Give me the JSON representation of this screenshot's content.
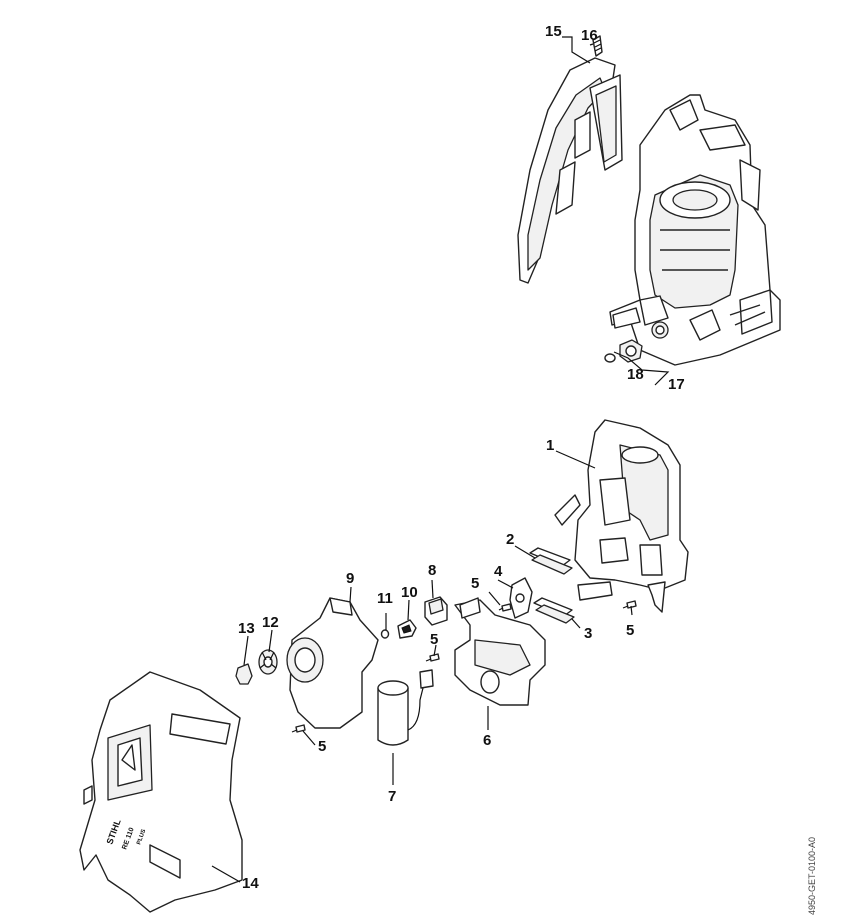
{
  "callouts": [
    {
      "id": "15",
      "label": "15"
    },
    {
      "id": "16",
      "label": "16"
    },
    {
      "id": "18",
      "label": "18"
    },
    {
      "id": "17",
      "label": "17"
    },
    {
      "id": "1",
      "label": "1"
    },
    {
      "id": "2",
      "label": "2"
    },
    {
      "id": "8",
      "label": "8"
    },
    {
      "id": "9",
      "label": "9"
    },
    {
      "id": "10",
      "label": "10"
    },
    {
      "id": "11",
      "label": "11"
    },
    {
      "id": "4",
      "label": "4"
    },
    {
      "id": "5a",
      "label": "5"
    },
    {
      "id": "5b",
      "label": "5"
    },
    {
      "id": "5c",
      "label": "5"
    },
    {
      "id": "5d",
      "label": "5"
    },
    {
      "id": "3",
      "label": "3"
    },
    {
      "id": "13",
      "label": "13"
    },
    {
      "id": "12",
      "label": "12"
    },
    {
      "id": "6",
      "label": "6"
    },
    {
      "id": "7",
      "label": "7"
    },
    {
      "id": "14",
      "label": "14"
    }
  ],
  "document_code": "4950-GET-0100-A0",
  "cover_branding": [
    "STIHL",
    "RE 110",
    "PLUS"
  ]
}
